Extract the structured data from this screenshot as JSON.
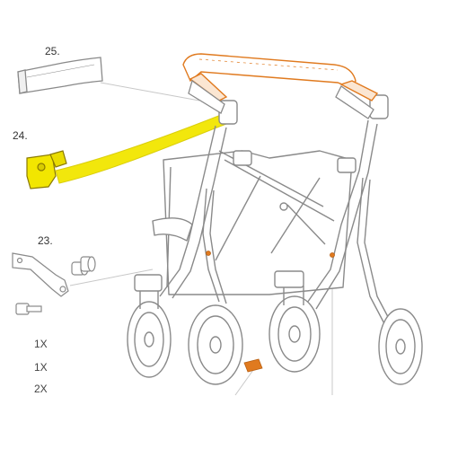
{
  "parts": {
    "p25": {
      "number": "25."
    },
    "p24": {
      "number": "24."
    },
    "p23": {
      "number": "23."
    }
  },
  "quantities": [
    "1X",
    "1X",
    "2X"
  ],
  "colors": {
    "line": "#8a8a8a",
    "handle_orange": "#e07a1f",
    "highlight_yellow": "#f2e600",
    "leader": "#c8c8c8"
  }
}
